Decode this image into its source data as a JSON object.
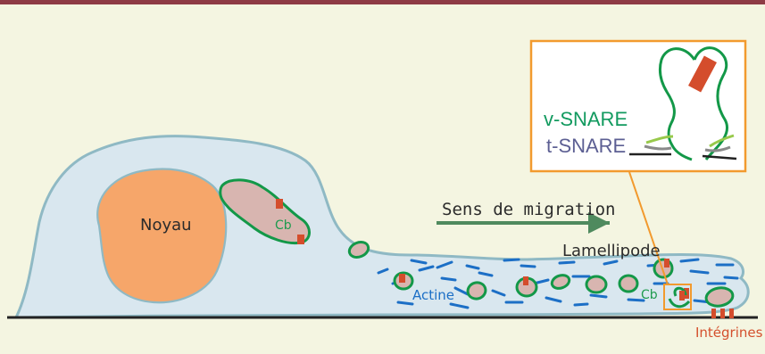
{
  "labels": {
    "nucleus": "Noyau",
    "golgi": "Cb",
    "migration": "Sens de migration",
    "lamellipod": "Lamellipode",
    "actin": "Actine",
    "vesicle_near_front": "Cb",
    "integrins": "Intégrines",
    "v_snare": "v-SNARE",
    "t_snare": "t-SNARE"
  },
  "colors": {
    "top_bar": "#8e3b45",
    "background": "#f4f5e1",
    "cell_fill": "#d9e7ef",
    "cell_outline": "#8fb9c4",
    "nucleus": "#f6a66a",
    "vesicle_fill": "#d8b5b0",
    "vesicle_outline": "#139848",
    "actin": "#1c6fc6",
    "receptor": "#d44d2c",
    "zoom_frame": "#f29a2e",
    "arrow": "#4f8a5e"
  }
}
